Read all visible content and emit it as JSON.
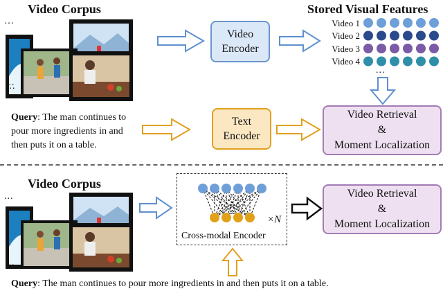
{
  "top": {
    "corpus_title": "Video Corpus",
    "features_title": "Stored Visual Features",
    "video_encoder": [
      "Video",
      "Encoder"
    ],
    "text_encoder": [
      "Text",
      "Encoder"
    ],
    "retrieval": [
      "Video Retrieval",
      "&",
      "Moment Localization"
    ],
    "query_label": "Query",
    "query_lines": [
      ": The man continues to",
      "pour more ingredients in and",
      "then puts it on a table."
    ],
    "videos": [
      {
        "label": "Video 1",
        "color": "#6f9fd8"
      },
      {
        "label": "Video 2",
        "color": "#2b4a8b"
      },
      {
        "label": "Video 3",
        "color": "#7b5aa6"
      },
      {
        "label": "Video 4",
        "color": "#2f8fa8"
      }
    ],
    "ellipsis": "..."
  },
  "bottom": {
    "corpus_title": "Video Corpus",
    "cross_modal": "Cross-modal Encoder",
    "times_n": "×N",
    "retrieval": [
      "Video Retrieval",
      "&",
      "Moment Localization"
    ],
    "query_label": "Query",
    "query_text": ": The man continues to pour more ingredients in and then puts it on a table.",
    "ellipsis": "..."
  },
  "colors": {
    "blue_arrow": "#5f8fce",
    "orange_arrow": "#e0a020",
    "node_blue": "#6f9fd8",
    "node_orange": "#e2a11a"
  }
}
